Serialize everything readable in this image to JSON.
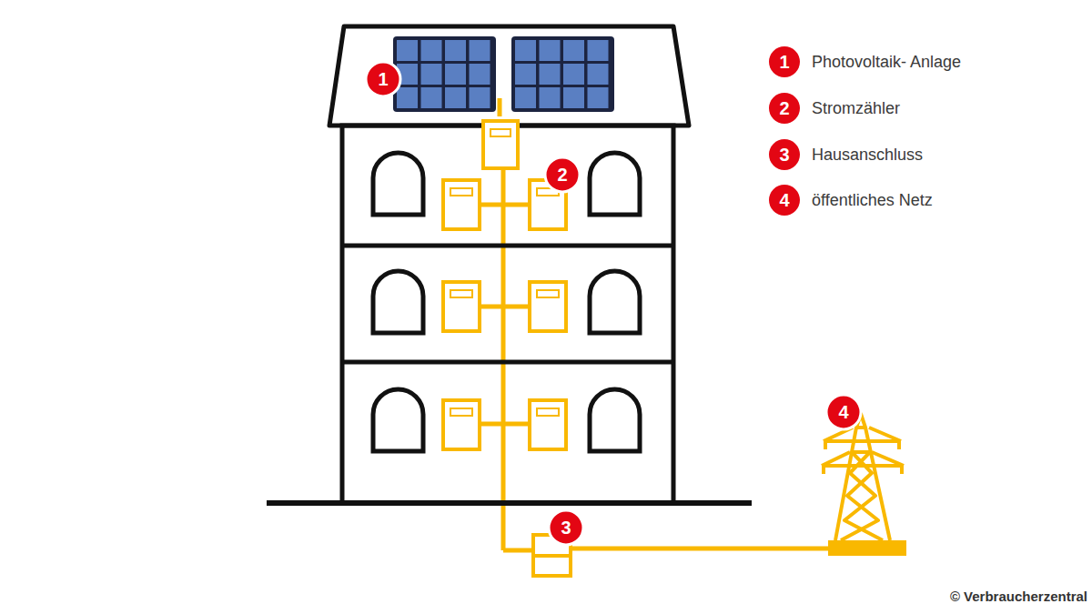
{
  "diagram": {
    "nodes": [
      {
        "text": [
          "1"
        ]
      },
      {
        "text": [
          "2"
        ]
      },
      {
        "text": [
          "3"
        ]
      },
      {
        "text": [
          "4"
        ]
      },
      {
        "text": [
          "1"
        ]
      },
      {
        "text": [
          "2"
        ]
      },
      {
        "text": [
          "3"
        ]
      },
      {
        "text": [
          "4"
        ]
      }
    ],
    "labels": [
      "© Verbraucherzentral"
    ],
    "legend": [
      {
        "text": "Photovoltaik- Anlage"
      },
      {
        "text": "Stromzähler"
      },
      {
        "text": "Hausanschluss"
      },
      {
        "text": "öffentliches Netz"
      }
    ]
  }
}
